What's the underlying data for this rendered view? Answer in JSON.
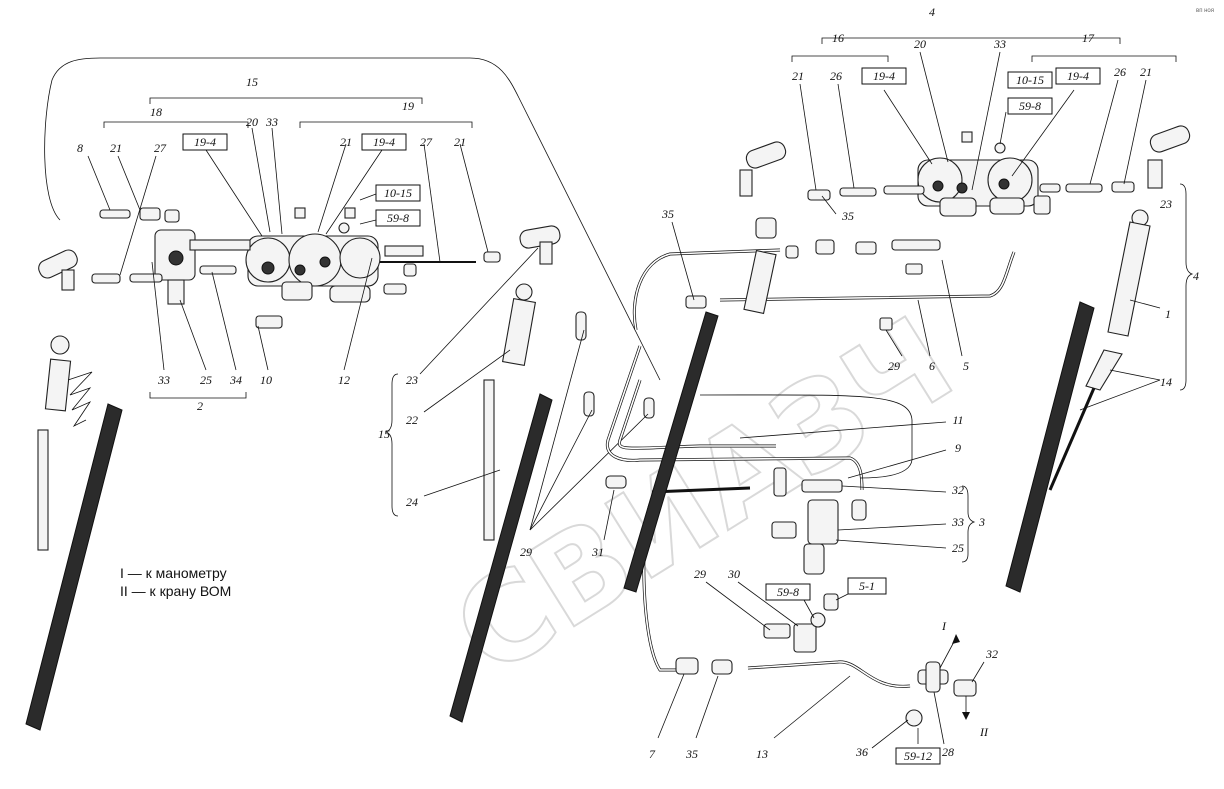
{
  "watermark": "СВИАЗЧ",
  "corner_text": "вп ноя",
  "legend": {
    "line1": "I — к манометру",
    "line2": "II — к крану ВОМ"
  },
  "labels": {
    "n4": "4",
    "n16": "16",
    "n20": "20",
    "n33": "33",
    "n17": "17",
    "n21": "21",
    "n26": "26",
    "b19_4": "19-4",
    "b10_15": "10-15",
    "b59_8": "59-8",
    "b5_1": "5-1",
    "b59_12": "59-12",
    "n15": "15",
    "n18": "18",
    "n19": "19",
    "n8": "8",
    "n27": "27",
    "n35": "35",
    "n23": "23",
    "n1": "1",
    "n14": "14",
    "n6": "6",
    "n5": "5",
    "n29": "29",
    "n11": "11",
    "n9": "9",
    "n32": "32",
    "n3": "3",
    "n25": "25",
    "n12": "12",
    "n10": "10",
    "n34": "34",
    "n2": "2",
    "n22": "22",
    "n24": "24",
    "n31": "31",
    "n30": "30",
    "n7": "7",
    "n13": "13",
    "n36": "36",
    "n28": "28",
    "rI": "I",
    "rII": "II"
  }
}
